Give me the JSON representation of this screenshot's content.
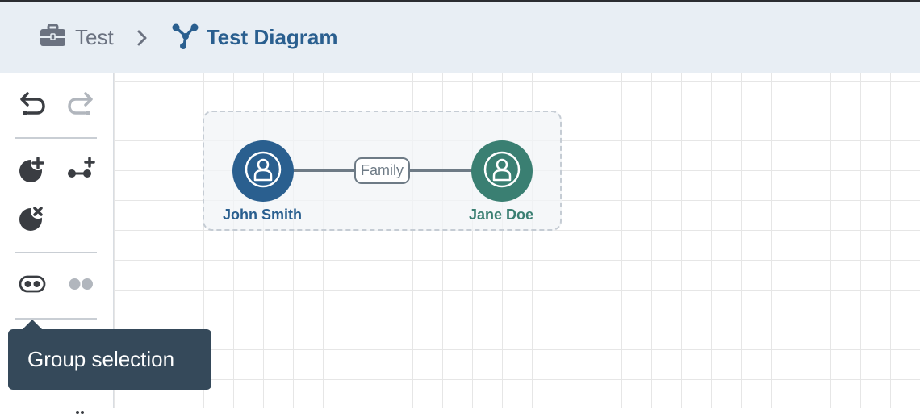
{
  "header": {
    "project_name": "Test",
    "diagram_name": "Test Diagram",
    "icons": {
      "project": "briefcase-icon",
      "separator": "chevron-right-icon",
      "diagram": "diagram-network-icon"
    }
  },
  "toolbar": {
    "tools": [
      {
        "name": "undo",
        "icon": "undo-icon",
        "enabled": true
      },
      {
        "name": "redo",
        "icon": "redo-icon",
        "enabled": false
      },
      {
        "name": "add-node",
        "icon": "add-node-icon",
        "enabled": true
      },
      {
        "name": "add-edge",
        "icon": "add-edge-icon",
        "enabled": true
      },
      {
        "name": "delete",
        "icon": "delete-node-icon",
        "enabled": true
      },
      {
        "name": "group",
        "icon": "group-icon",
        "enabled": true
      },
      {
        "name": "ungroup",
        "icon": "ungroup-icon",
        "enabled": false
      }
    ]
  },
  "tooltip": {
    "text": "Group selection"
  },
  "diagram": {
    "nodes": [
      {
        "label": "John Smith",
        "color": "#2a5f8f"
      },
      {
        "label": "Jane Doe",
        "color": "#3a7f72"
      }
    ],
    "edges": [
      {
        "label": "Family",
        "color": "#6e7b86"
      }
    ]
  }
}
